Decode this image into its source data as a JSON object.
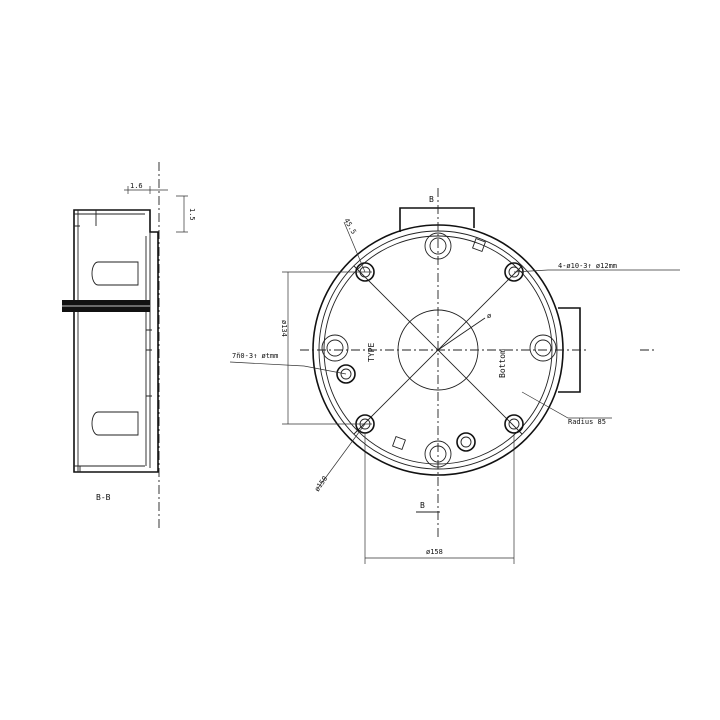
{
  "section_view": {
    "caption": "B-B",
    "dim_top_width": "1.6",
    "dim_top_height": "1.5"
  },
  "plan_view": {
    "top_marker": "B",
    "bottom_marker": "B",
    "angle_label": "45.5",
    "hole_callout_right": "4-ø10-3↑ ø12mm",
    "hole_callout_left": "7ñ0-3↑ øtmm",
    "diameter_label": "ø150",
    "radius_label": "Radius 85",
    "bottom_dim": "ø158",
    "left_dim": "ø134",
    "left_text": "TYPE",
    "right_text": "Bottom",
    "center_text": "ø"
  }
}
